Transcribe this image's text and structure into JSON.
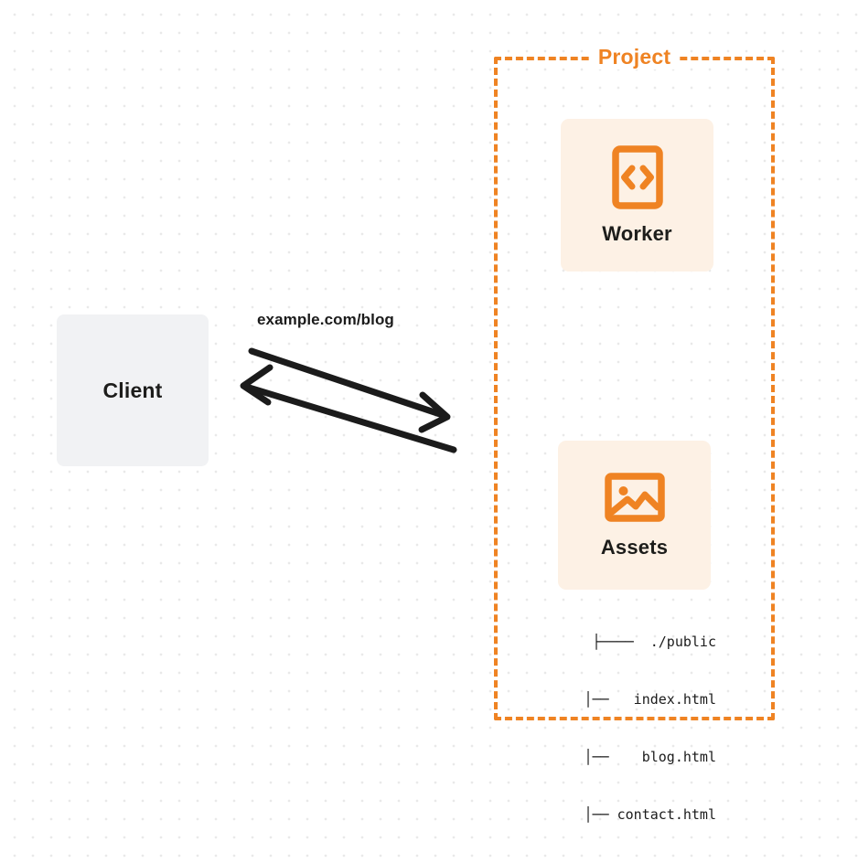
{
  "diagram": {
    "background": "dot-grid",
    "colors": {
      "accent_orange": "#ef8323",
      "card_bg": "#fdf1e5",
      "client_bg": "#f1f2f4",
      "text_dark": "#1d1d1b",
      "dot_grid": "#e9e9e9"
    }
  },
  "client": {
    "label": "Client",
    "icon": "client-box-icon"
  },
  "connection": {
    "label": "example.com/blog",
    "request_arrow": {
      "direction": "client-to-project",
      "icon": "arrow-right-icon"
    },
    "response_arrow": {
      "direction": "project-to-client",
      "icon": "arrow-left-icon"
    }
  },
  "project": {
    "title": "Project",
    "border_style": "dashed",
    "services": [
      {
        "label": "Worker",
        "icon": "code-brackets-icon"
      },
      {
        "label": "Assets",
        "icon": "image-picture-icon"
      }
    ],
    "file_tree": {
      "rows": [
        "├────  ./public",
        "  │──   index.html",
        "  │──    blog.html",
        "  │── contact.html"
      ]
    }
  }
}
